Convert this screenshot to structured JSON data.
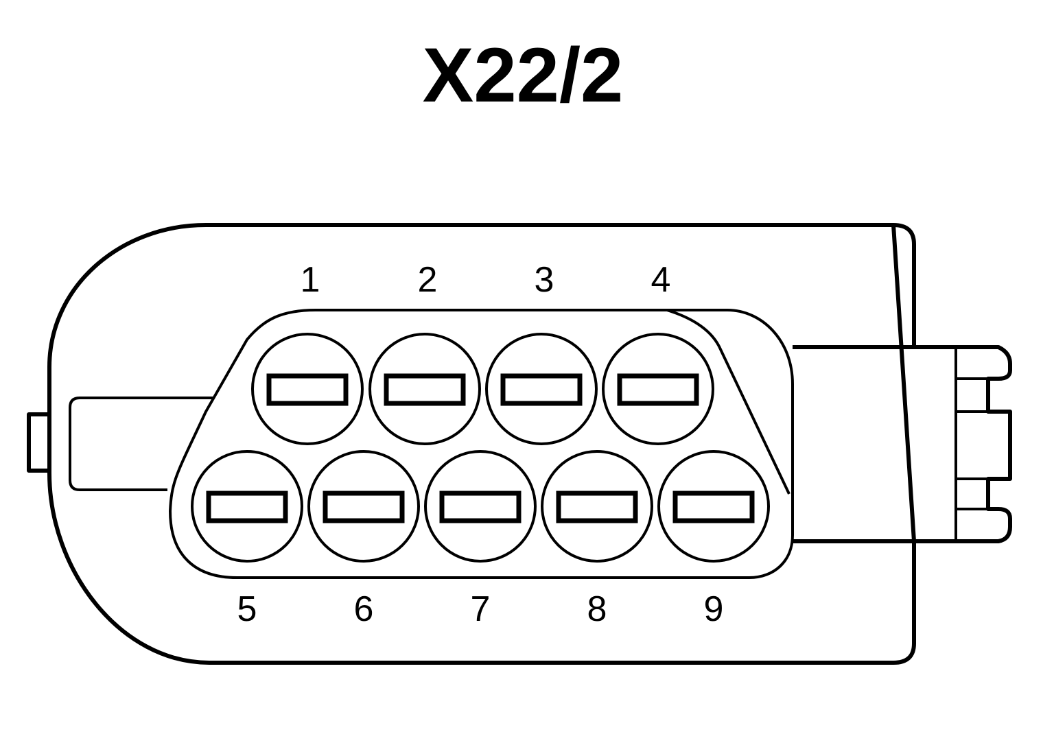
{
  "title": "X22/2",
  "colors": {
    "stroke": "#000000",
    "background": "#ffffff"
  },
  "pins": [
    {
      "label": "1",
      "row": "top"
    },
    {
      "label": "2",
      "row": "top"
    },
    {
      "label": "3",
      "row": "top"
    },
    {
      "label": "4",
      "row": "top"
    },
    {
      "label": "5",
      "row": "bottom"
    },
    {
      "label": "6",
      "row": "bottom"
    },
    {
      "label": "7",
      "row": "bottom"
    },
    {
      "label": "8",
      "row": "bottom"
    },
    {
      "label": "9",
      "row": "bottom"
    }
  ]
}
